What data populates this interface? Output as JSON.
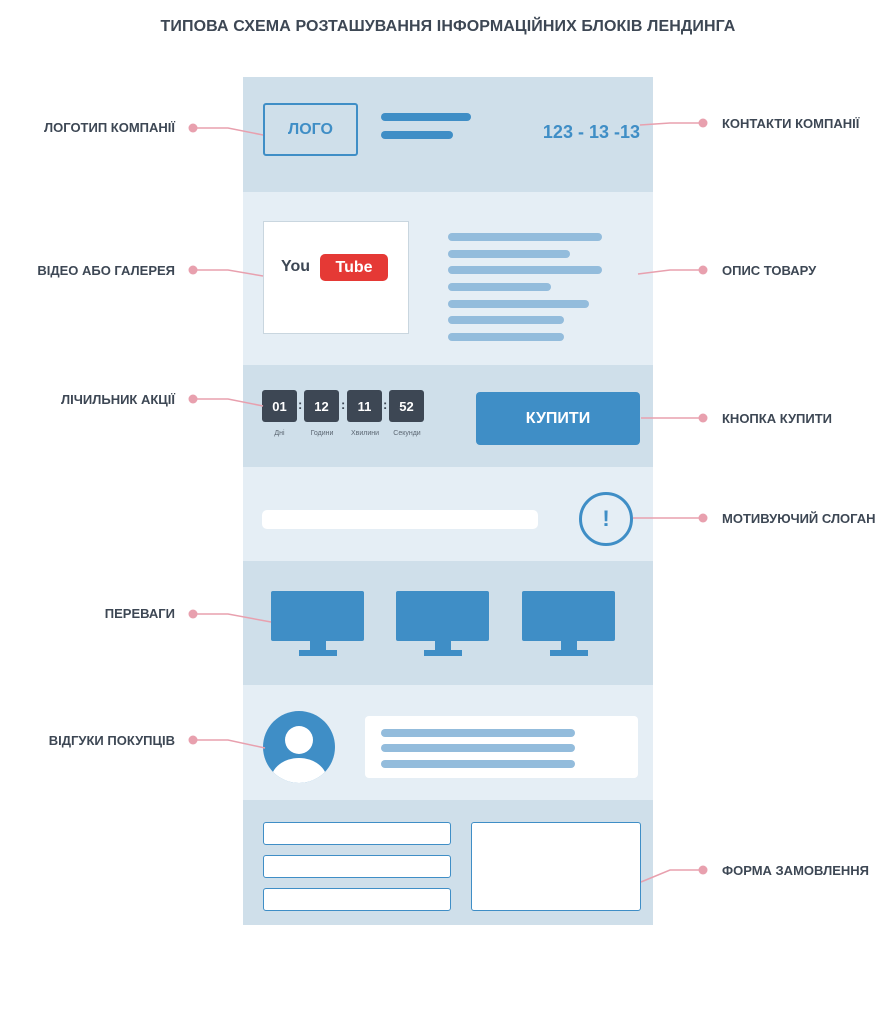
{
  "title": "ТИПОВА СХЕМА РОЗТАШУВАННЯ ІНФОРМАЦІЙНИХ БЛОКІВ ЛЕНДИНГА",
  "labels": {
    "logo": "ЛОГОТИП КОМПАНІЇ",
    "contacts": "КОНТАКТИ КОМПАНІЇ",
    "video": "ВІДЕО АБО ГАЛЕРЕЯ",
    "description": "ОПИС ТОВАРУ",
    "counter": "ЛІЧИЛЬНИК АКЦІЇ",
    "buy_button": "КНОПКА КУПИТИ",
    "slogan": "МОТИВУЮЧИЙ СЛОГАН",
    "advantages": "ПЕРЕВАГИ",
    "reviews": "ВІДГУКИ ПОКУПЦІВ",
    "order_form": "ФОРМА ЗАМОВЛЕННЯ"
  },
  "mockup": {
    "logo_text": "ЛОГО",
    "phone": "123 - 13 -13",
    "youtube_you": "You",
    "youtube_tube": "Tube",
    "buy_label": "КУПИТИ",
    "slogan_mark": "!",
    "timer": [
      {
        "value": "01",
        "unit": "Дні"
      },
      {
        "value": "12",
        "unit": "Години"
      },
      {
        "value": "11",
        "unit": "Хвилини"
      },
      {
        "value": "52",
        "unit": "Секунди"
      }
    ],
    "timer_separator": ":"
  },
  "colors": {
    "accent": "#3f8ec6",
    "red": "#e53935",
    "dark": "#3d4754",
    "pointer": "#e8a0ae"
  }
}
